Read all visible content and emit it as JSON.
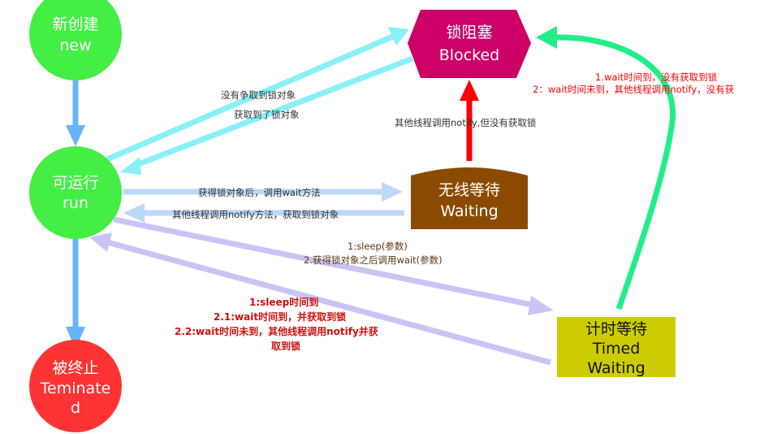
{
  "nodes": {
    "new": {
      "line1": "新创建",
      "line2": "new"
    },
    "run": {
      "line1": "可运行",
      "line2": "run"
    },
    "terminated": {
      "line1": "被终止",
      "line2": "Teminate",
      "line3": "d"
    },
    "blocked": {
      "line1": "锁阻塞",
      "line2": "Blocked"
    },
    "waiting": {
      "line1": "无线等待",
      "line2": "Waiting"
    },
    "timed": {
      "line1": "计时等待",
      "line2": "Timed",
      "line3": "Waiting"
    }
  },
  "labels": {
    "run_to_blocked": "没有争取到锁对象",
    "blocked_to_run": "获取到了锁对象",
    "waiting_to_blocked": "其他线程调用notify,但没有获取锁",
    "run_to_waiting": "获得锁对象后，调用wait方法",
    "waiting_to_run": "其他线程调用notify方法，获取到锁对象",
    "run_to_timed_1": "1:sleep(参数)",
    "run_to_timed_2": "2.获得锁对象之后调用wait(参数)",
    "timed_to_run_1": "1:sleep时间到",
    "timed_to_run_2": "2.1:wait时间到，并获取到锁",
    "timed_to_run_3": "2.2:wait时间未到，其他线程调用notify并获",
    "timed_to_run_4": "取到锁",
    "timed_to_blocked_1": "1.wait时间到，没有获取到锁",
    "timed_to_blocked_2": "2：wait时间未到，其他线程调用notify，没有获"
  },
  "colors": {
    "new": "#44ee44",
    "run": "#44ee44",
    "terminated": "#ff3333",
    "blocked": "#cc0066",
    "waiting": "#8b4a00",
    "timed": "#cccc00",
    "arrow_blue": "#66b3ff",
    "arrow_cyan": "#88f0f8",
    "arrow_lightblue": "#bcd8f8",
    "arrow_lavender": "#c8c4f4",
    "arrow_red": "#ff0000",
    "arrow_green": "#22ee88"
  }
}
